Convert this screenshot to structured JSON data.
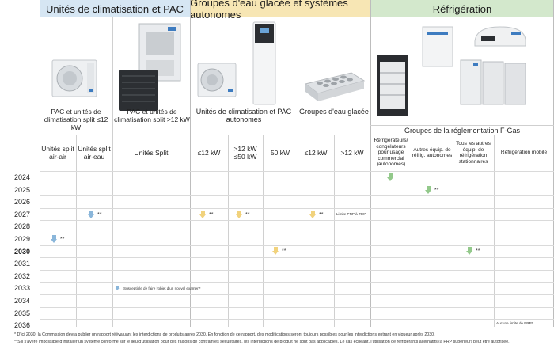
{
  "headers": {
    "climatisation": "Unités de climatisation et PAC",
    "eau_glacee": "Groupes d'eau glacée et systèmes autonomes",
    "refrigeration": "Réfrigération"
  },
  "captions": {
    "pac_split_small": "PAC et unités de climatisation split ≤12 kW",
    "pac_split_large": "PAC et unités de climatisation split >12 kW",
    "autonomes": "Unités de climatisation et PAC autonomes",
    "groupes_eau": "Groupes d'eau glacée",
    "fgas": "Groupes de la réglementation F-Gas"
  },
  "columns": [
    "Unités split air-air",
    "Unités split air-eau",
    "Unités Split",
    "≤12 kW",
    ">12 kW ≤50 kW",
    "50 kW",
    "≤12 kW",
    ">12 kW",
    "Réfrigérateurs/ congélateurs pour usage commercial (autonomes)",
    "Autres équip. de réfrig. autonomes",
    "Tous les autres équip. de réfrigération stationnaires",
    "Réfrigération mobile"
  ],
  "years": [
    "2024",
    "2025",
    "2026",
    "2027",
    "2028",
    "2029",
    "2030",
    "2031",
    "2032",
    "2033",
    "2034",
    "2035",
    "2036"
  ],
  "marks": {
    "star": "**",
    "limite_prp_750": "Limite PRP à 750*",
    "susceptible": "Susceptible de faire l'objet d'un nouvel examen*",
    "aucune_limite": "Aucune limite de PRP*"
  },
  "footnotes": {
    "f1": "* D'ici 2030, la Commission devra publier un rapport réévaluant les interdictions de produits après 2030. En fonction de ce rapport, des modifications seront toujours possibles pour les interdictions entrant en vigueur après 2030.",
    "f2": "**S'il s'avère impossible d'installer un système conforme sur le lieu d'utilisation pour des raisons de contraintes sécuritaires, les interdictions de produit ne sont pas applicables. Le cas échéant, l'utilisation de réfrigérants alternatifs (à PRP supérieur) peut être autorisée."
  },
  "colors": {
    "blue_band": "#d6e6f3",
    "yellow_band": "#f7e6b4",
    "green_band": "#d3e8cc",
    "blue_arrow": "#8ab6da",
    "yellow_arrow": "#f1d27c",
    "green_arrow": "#93c98b"
  }
}
